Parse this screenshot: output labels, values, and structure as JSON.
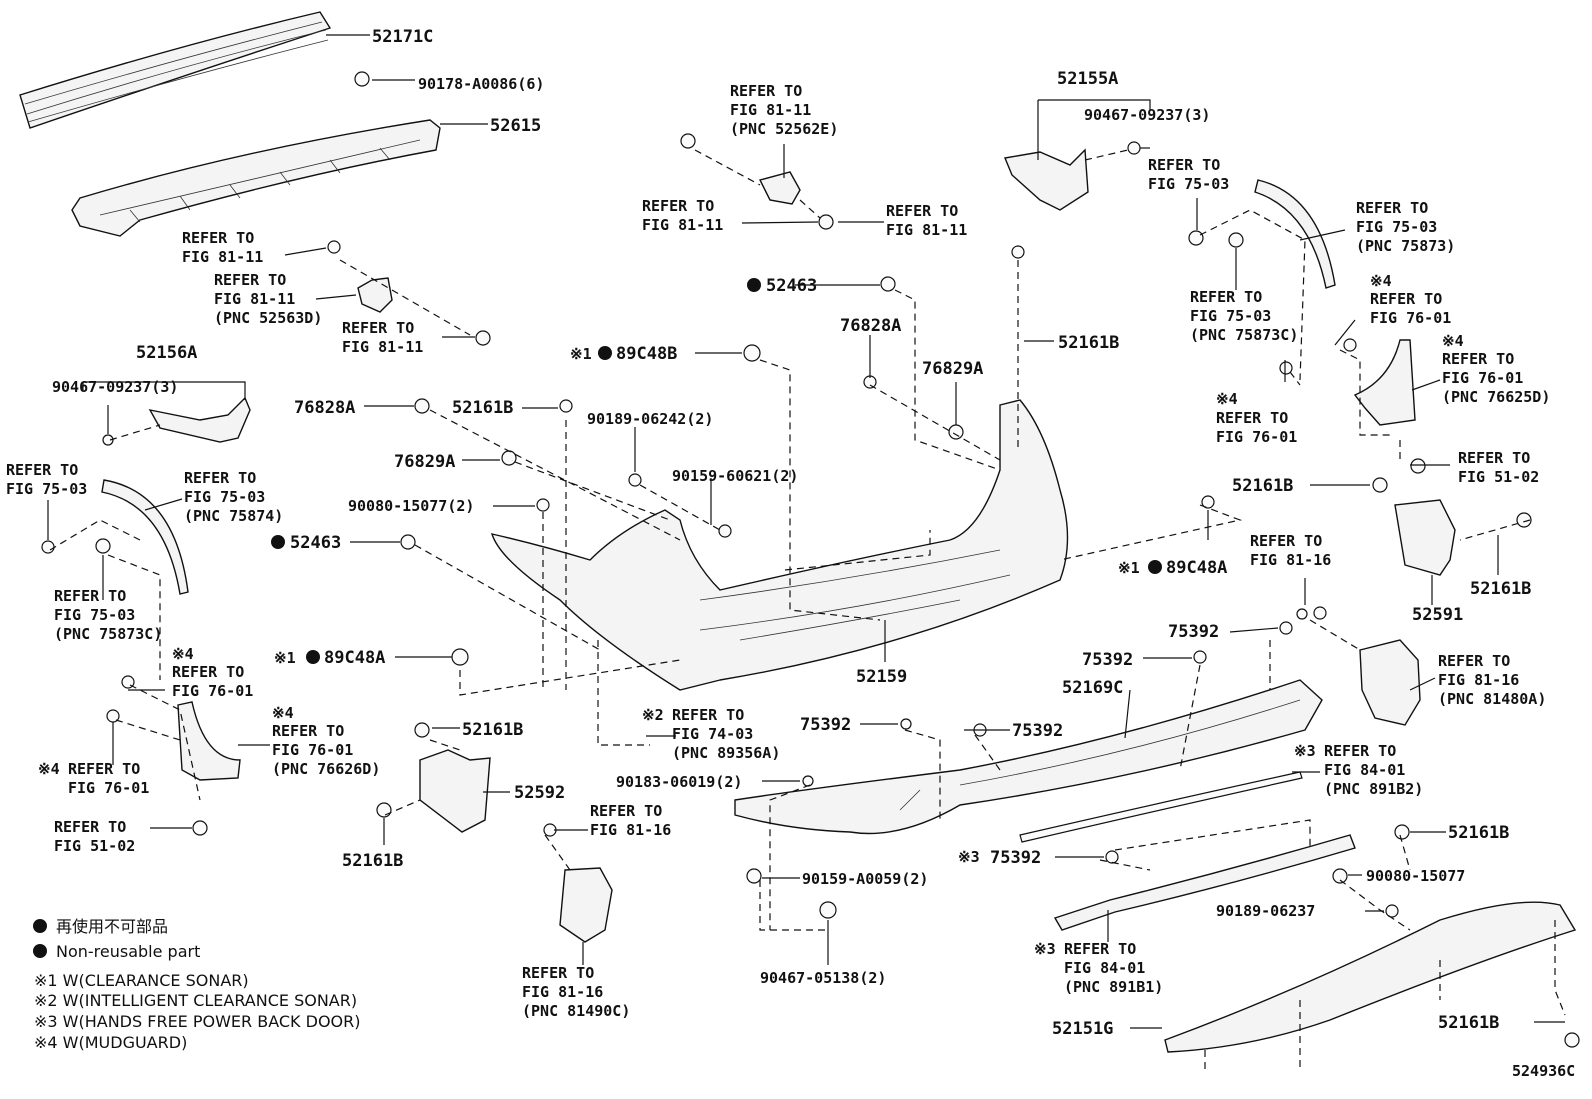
{
  "diagram_id": "524936C",
  "legend": {
    "non_reusable_ja": "再使用不可部品",
    "non_reusable_en": "Non-reusable part",
    "note1": "※1 W(CLEARANCE SONAR)",
    "note2": "※2 W(INTELLIGENT CLEARANCE SONAR)",
    "note3": "※3 W(HANDS FREE POWER BACK DOOR)",
    "note4": "※4 W(MUDGUARD)"
  },
  "labels": [
    {
      "id": "l1",
      "lines": [
        "52171C"
      ]
    },
    {
      "id": "l2",
      "lines": [
        "90178-A0086(6)"
      ]
    },
    {
      "id": "l3",
      "lines": [
        "52615"
      ]
    },
    {
      "id": "l4",
      "lines": [
        "REFER TO",
        "FIG 81-11"
      ]
    },
    {
      "id": "l5",
      "lines": [
        "REFER TO",
        "FIG 81-11",
        "(PNC 52563D)"
      ]
    },
    {
      "id": "l6",
      "lines": [
        "REFER TO",
        "FIG 81-11"
      ]
    },
    {
      "id": "l7",
      "lines": [
        "REFER TO",
        "FIG 81-11",
        "(PNC 52562E)"
      ]
    },
    {
      "id": "l8",
      "lines": [
        "REFER TO",
        "FIG 81-11"
      ]
    },
    {
      "id": "l9",
      "lines": [
        "REFER TO",
        "FIG 81-11"
      ]
    },
    {
      "id": "l10",
      "lines": [
        "52155A"
      ]
    },
    {
      "id": "l11",
      "lines": [
        "90467-09237(3)"
      ]
    },
    {
      "id": "l12",
      "lines": [
        "REFER TO",
        "FIG 75-03"
      ]
    },
    {
      "id": "l13",
      "lines": [
        "REFER TO",
        "FIG 75-03",
        "(PNC 75873)"
      ]
    },
    {
      "id": "l14",
      "lines": [
        "52463"
      ]
    },
    {
      "id": "l15",
      "lines": [
        "76828A"
      ]
    },
    {
      "id": "l16",
      "lines": [
        "52161B"
      ]
    },
    {
      "id": "l17",
      "lines": [
        "REFER TO",
        "FIG 75-03",
        "(PNC 75873C)"
      ]
    },
    {
      "id": "l18",
      "lines": [
        "※4",
        "REFER TO",
        "FIG 76-01"
      ]
    },
    {
      "id": "l19",
      "lines": [
        "※4",
        "REFER TO",
        "FIG 76-01",
        "(PNC 76625D)"
      ]
    },
    {
      "id": "l20",
      "lines": [
        "52156A"
      ]
    },
    {
      "id": "l21",
      "lines": [
        "90467-09237(3)"
      ]
    },
    {
      "id": "l22",
      "lines": [
        "※1",
        "89C48B"
      ]
    },
    {
      "id": "l23",
      "lines": [
        "76829A"
      ]
    },
    {
      "id": "l24",
      "lines": [
        "76828A"
      ]
    },
    {
      "id": "l25",
      "lines": [
        "52161B"
      ]
    },
    {
      "id": "l26",
      "lines": [
        "90189-06242(2)"
      ]
    },
    {
      "id": "l27",
      "lines": [
        "※4",
        "REFER TO",
        "FIG 76-01"
      ]
    },
    {
      "id": "l28",
      "lines": [
        "76829A"
      ]
    },
    {
      "id": "l29",
      "lines": [
        "90159-60621(2)"
      ]
    },
    {
      "id": "l30",
      "lines": [
        "REFER TO",
        "FIG 51-02"
      ]
    },
    {
      "id": "l31",
      "lines": [
        "REFER TO",
        "FIG 75-03"
      ]
    },
    {
      "id": "l32",
      "lines": [
        "REFER TO",
        "FIG 75-03",
        "(PNC 75874)"
      ]
    },
    {
      "id": "l33",
      "lines": [
        "90080-15077(2)"
      ]
    },
    {
      "id": "l34",
      "lines": [
        "52161B"
      ]
    },
    {
      "id": "l35",
      "lines": [
        "52463"
      ]
    },
    {
      "id": "l36",
      "lines": [
        "REFER TO",
        "FIG 81-16"
      ]
    },
    {
      "id": "l37",
      "lines": [
        "※1",
        "89C48A"
      ]
    },
    {
      "id": "l38",
      "lines": [
        "52161B"
      ]
    },
    {
      "id": "l39",
      "lines": [
        "REFER TO",
        "FIG 75-03",
        "(PNC 75873C)"
      ]
    },
    {
      "id": "l40",
      "lines": [
        "52591"
      ]
    },
    {
      "id": "l41",
      "lines": [
        "75392"
      ]
    },
    {
      "id": "l42",
      "lines": [
        "※1",
        "89C48A"
      ]
    },
    {
      "id": "l43",
      "lines": [
        "52159"
      ]
    },
    {
      "id": "l44",
      "lines": [
        "75392"
      ]
    },
    {
      "id": "l45",
      "lines": [
        "52169C"
      ]
    },
    {
      "id": "l46",
      "lines": [
        "REFER TO",
        "FIG 81-16",
        "(PNC 81480A)"
      ]
    },
    {
      "id": "l47",
      "lines": [
        "※4",
        "REFER TO",
        "FIG 76-01"
      ]
    },
    {
      "id": "l48",
      "lines": [
        "※4",
        "REFER TO",
        "FIG 76-01",
        "(PNC 76626D)"
      ]
    },
    {
      "id": "l49",
      "lines": [
        "52161B"
      ]
    },
    {
      "id": "l50",
      "lines": [
        "※2",
        "REFER TO",
        "FIG 74-03",
        "(PNC 89356A)"
      ]
    },
    {
      "id": "l51",
      "lines": [
        "75392"
      ]
    },
    {
      "id": "l52",
      "lines": [
        "75392"
      ]
    },
    {
      "id": "l53",
      "lines": [
        "※4",
        "REFER TO",
        "FIG 76-01"
      ]
    },
    {
      "id": "l54",
      "lines": [
        "52592"
      ]
    },
    {
      "id": "l55",
      "lines": [
        "90183-06019(2)"
      ]
    },
    {
      "id": "l56",
      "lines": [
        "※3",
        "REFER TO",
        "FIG 84-01",
        "(PNC 891B2)"
      ]
    },
    {
      "id": "l57",
      "lines": [
        "REFER TO",
        "FIG 51-02"
      ]
    },
    {
      "id": "l58",
      "lines": [
        "REFER TO",
        "FIG 81-16"
      ]
    },
    {
      "id": "l59",
      "lines": [
        "52161B"
      ]
    },
    {
      "id": "l60",
      "lines": [
        "※3",
        "75392"
      ]
    },
    {
      "id": "l61",
      "lines": [
        "52161B"
      ]
    },
    {
      "id": "l62",
      "lines": [
        "90159-A0059(2)"
      ]
    },
    {
      "id": "l63",
      "lines": [
        "90080-15077"
      ]
    },
    {
      "id": "l64",
      "lines": [
        "90189-06237"
      ]
    },
    {
      "id": "l65",
      "lines": [
        "※3",
        "REFER TO",
        "FIG 84-01",
        "(PNC 891B1)"
      ]
    },
    {
      "id": "l66",
      "lines": [
        "REFER TO",
        "FIG 81-16",
        "(PNC 81490C)"
      ]
    },
    {
      "id": "l67",
      "lines": [
        "90467-05138(2)"
      ]
    },
    {
      "id": "l68",
      "lines": [
        "52151G"
      ]
    },
    {
      "id": "l69",
      "lines": [
        "52161B"
      ]
    }
  ]
}
